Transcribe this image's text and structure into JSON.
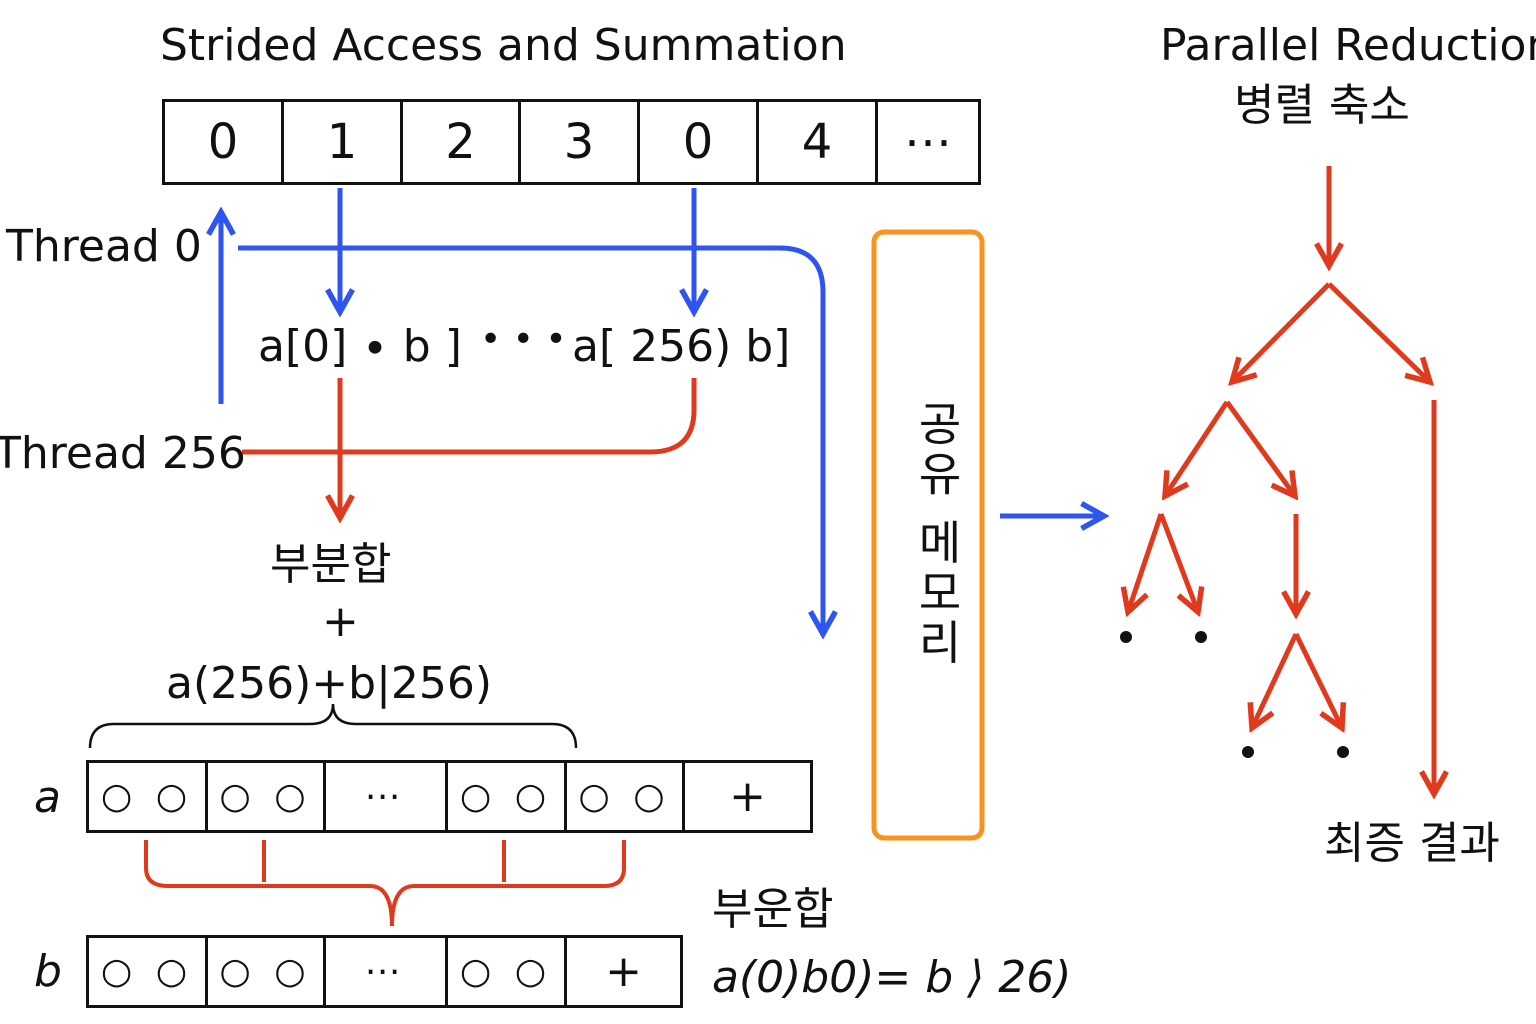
{
  "title_left": "Strided Access and Summation",
  "title_right_en": "Parallel Reduction",
  "title_right_ko": "병렬 축소",
  "top_array": [
    "0",
    "1",
    "2",
    "3",
    "0",
    "4",
    "⋯"
  ],
  "thread0_label": "Thread 0",
  "thread256_label": "Thread 256",
  "product_left": "a[0] ∙ b ]",
  "product_dots": "• • •",
  "product_right": "a[ 256) b]",
  "partial_sum_label": "부분합",
  "plus_sign": "+",
  "partial_expr": "a(256)+b|256)",
  "array_a_label": "a",
  "array_a_cells": [
    "○ ○",
    "○ ○",
    "⋯",
    "○ ○",
    "○ ○",
    "+"
  ],
  "array_b_label": "b",
  "array_b_cells": [
    "○ ○",
    "○ ○",
    "⋯",
    "○ ○",
    "+"
  ],
  "bottom_label_1": "부운합",
  "bottom_label_2": "a(0)b0)= b ⟩ 26)",
  "shared_memory_label": "공유 메모리",
  "final_result_label": "최증 결과",
  "colors": {
    "blue": "#2f55f0",
    "red": "#e03a1e",
    "orange": "#f7931e",
    "black": "#111111"
  }
}
